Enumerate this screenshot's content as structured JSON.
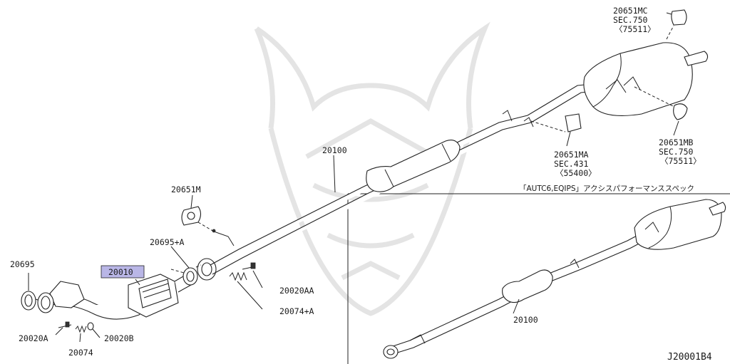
{
  "diagram": {
    "page_code": "J20001B4",
    "highlight_color": "#b9b6e6",
    "variant_note": "「AUTC6,EQIPS」アクシスパフォーマンススペック",
    "labels": {
      "m_mc": "20651MC",
      "m_mc_sec": "SEC.750",
      "m_mc_ref": "〈75511〉",
      "m_mb": "20651MB",
      "m_mb_sec": "SEC.750",
      "m_mb_ref": "〈75511〉",
      "m_ma": "20651MA",
      "m_ma_sec": "SEC.431",
      "m_ma_ref": "〈55400〉",
      "center_pipe": "20100",
      "center_pipe_alt": "20100",
      "m": "20651M",
      "gasket_a": "20695+A",
      "gasket": "20695",
      "cat": "20010",
      "bolt_aa": "20020AA",
      "spring_a": "20074+A",
      "bolt_a": "20020A",
      "spring": "20074",
      "nut_b": "20020B"
    }
  }
}
